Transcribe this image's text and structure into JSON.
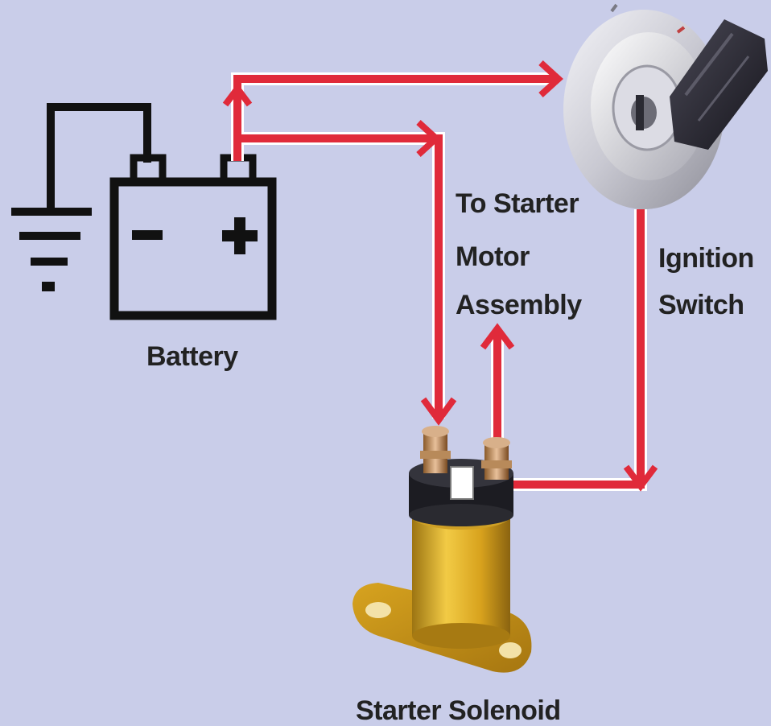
{
  "labels": {
    "battery": "Battery",
    "starter_motor_line1": "To Starter",
    "starter_motor_line2": "Motor",
    "starter_motor_line3": "Assembly",
    "ignition_line1": "Ignition",
    "ignition_line2": "Switch",
    "solenoid": "Starter Solenoid"
  },
  "battery_terminals": {
    "negative": "-",
    "positive": "+"
  },
  "colors": {
    "background": "#c9cde9",
    "wire": "#e02a3a",
    "wire_outline": "#ffffff",
    "symbol": "#111111",
    "solenoid_body": "#e2b321",
    "switch_face": "#e8e8ee",
    "key": "#2e2d38"
  },
  "components": [
    "battery-icon",
    "ground-symbol-icon",
    "ignition-switch-icon",
    "starter-solenoid-icon"
  ]
}
